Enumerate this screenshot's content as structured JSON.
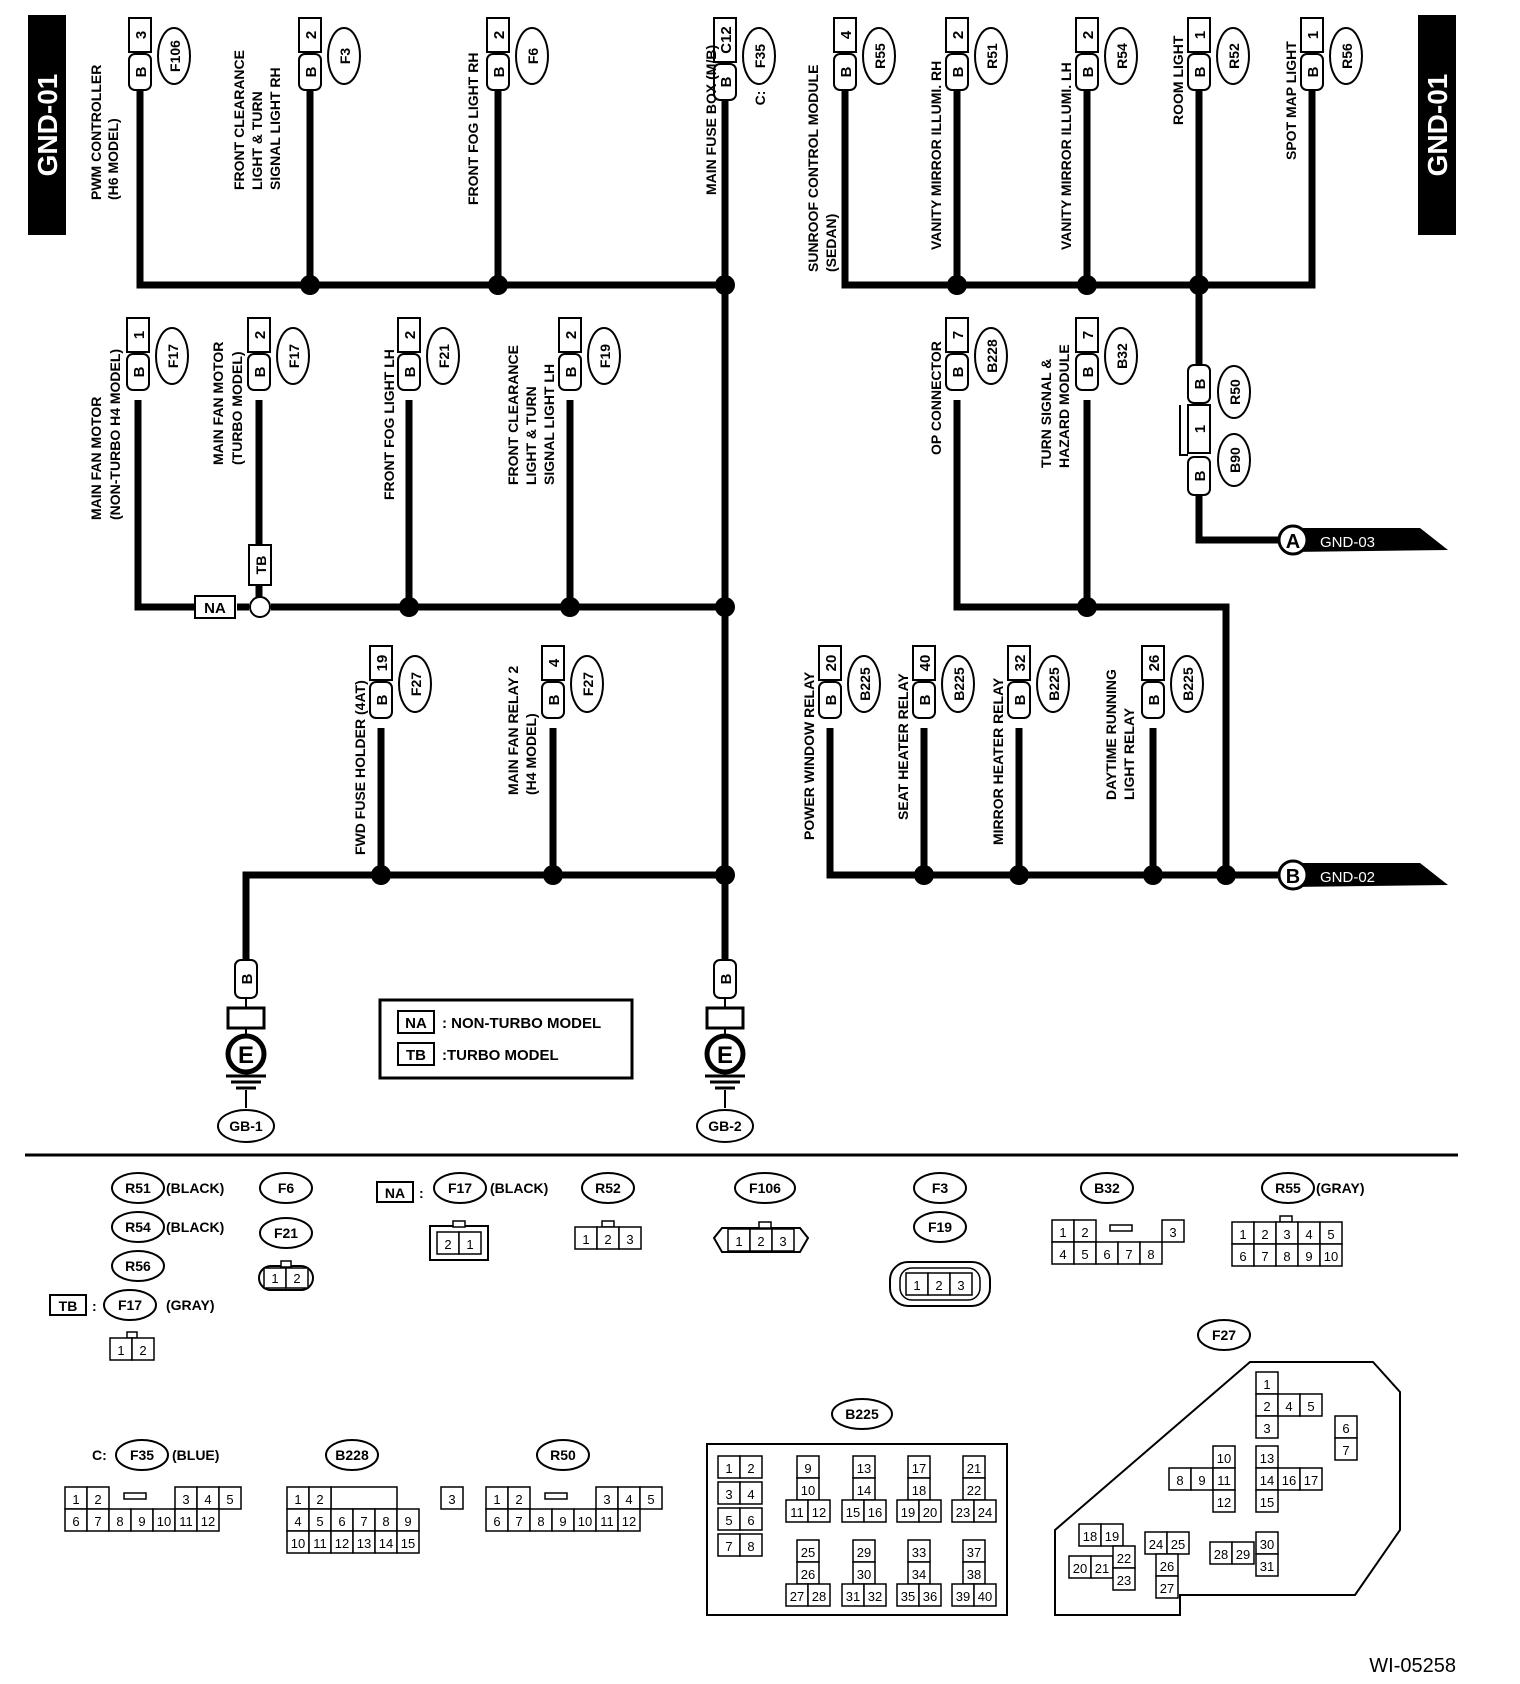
{
  "page": {
    "section_code_left": "GND-01",
    "section_code_right": "GND-01",
    "figure_id": "WI-05258"
  },
  "legend": {
    "na_tag": "NA",
    "na_text": ": NON-TURBO MODEL",
    "tb_tag": "TB",
    "tb_text": ":TURBO MODEL"
  },
  "grounds": {
    "gb1": "GB-1",
    "gb2": "GB-2",
    "ground_symbol": "E",
    "wire_color": "B"
  },
  "offpage": {
    "a_letter": "A",
    "a_ref": "GND-03",
    "b_letter": "B",
    "b_ref": "GND-02"
  },
  "relay_connector": {
    "pin": "1",
    "upper_conn": "R50",
    "lower_conn": "B90",
    "wire": "B"
  },
  "tags": {
    "na": "NA",
    "tb": "TB"
  },
  "components": [
    {
      "id": "pwm",
      "label": [
        "PWM CONTROLLER",
        "(H6 MODEL)"
      ],
      "pin": "3",
      "conn": "F106",
      "wire": "B"
    },
    {
      "id": "fcl-rh",
      "label": [
        "FRONT CLEARANCE",
        "LIGHT & TURN",
        "SIGNAL LIGHT RH"
      ],
      "pin": "2",
      "conn": "F3",
      "wire": "B"
    },
    {
      "id": "ffl-rh",
      "label": [
        "FRONT FOG LIGHT RH"
      ],
      "pin": "2",
      "conn": "F6",
      "wire": "B"
    },
    {
      "id": "mfb",
      "label": [
        "MAIN FUSE BOX (M/B)"
      ],
      "pin": "C12",
      "conn": "F35",
      "conn_prefix": "C:",
      "wire": "B"
    },
    {
      "id": "sunroof",
      "label": [
        "SUNROOF CONTROL MODULE",
        "(SEDAN)"
      ],
      "pin": "4",
      "conn": "R55",
      "wire": "B"
    },
    {
      "id": "vm-rh",
      "label": [
        "VANITY MIRROR ILLUMI. RH"
      ],
      "pin": "2",
      "conn": "R51",
      "wire": "B"
    },
    {
      "id": "vm-lh",
      "label": [
        "VANITY MIRROR ILLUMI. LH"
      ],
      "pin": "2",
      "conn": "R54",
      "wire": "B"
    },
    {
      "id": "room",
      "label": [
        "ROOM LIGHT"
      ],
      "pin": "1",
      "conn": "R52",
      "wire": "B"
    },
    {
      "id": "spot",
      "label": [
        "SPOT MAP LIGHT"
      ],
      "pin": "1",
      "conn": "R56",
      "wire": "B"
    },
    {
      "id": "mfm-na",
      "label": [
        "MAIN FAN MOTOR",
        "(NON-TURBO H4 MODEL)"
      ],
      "pin": "1",
      "conn": "F17",
      "wire": "B"
    },
    {
      "id": "mfm-tb",
      "label": [
        "MAIN FAN MOTOR",
        "(TURBO MODEL)"
      ],
      "pin": "2",
      "conn": "F17",
      "wire": "B"
    },
    {
      "id": "ffl-lh",
      "label": [
        "FRONT FOG LIGHT LH"
      ],
      "pin": "2",
      "conn": "F21",
      "wire": "B"
    },
    {
      "id": "fcl-lh",
      "label": [
        "FRONT CLEARANCE",
        "LIGHT & TURN",
        "SIGNAL LIGHT LH"
      ],
      "pin": "2",
      "conn": "F19",
      "wire": "B"
    },
    {
      "id": "op",
      "label": [
        "OP CONNECTOR"
      ],
      "pin": "7",
      "conn": "B228",
      "wire": "B"
    },
    {
      "id": "turn",
      "label": [
        "TURN SIGNAL &",
        "HAZARD MODULE"
      ],
      "pin": "7",
      "conn": "B32",
      "wire": "B"
    },
    {
      "id": "fwd",
      "label": [
        "FWD FUSE HOLDER (4AT)"
      ],
      "pin": "19",
      "conn": "F27",
      "wire": "B"
    },
    {
      "id": "mfr2",
      "label": [
        "MAIN FAN RELAY 2",
        "(H4 MODEL)"
      ],
      "pin": "4",
      "conn": "F27",
      "wire": "B"
    },
    {
      "id": "pwr",
      "label": [
        "POWER WINDOW RELAY"
      ],
      "pin": "20",
      "conn": "B225",
      "wire": "B"
    },
    {
      "id": "seat",
      "label": [
        "SEAT HEATER RELAY"
      ],
      "pin": "40",
      "conn": "B225",
      "wire": "B"
    },
    {
      "id": "mirror",
      "label": [
        "MIRROR HEATER RELAY"
      ],
      "pin": "32",
      "conn": "B225",
      "wire": "B"
    },
    {
      "id": "drl",
      "label": [
        "DAYTIME RUNNING",
        "LIGHT RELAY"
      ],
      "pin": "26",
      "conn": "B225",
      "wire": "B"
    }
  ],
  "connector_views": {
    "r51": {
      "name": "R51",
      "color": "(BLACK)"
    },
    "r54": {
      "name": "R54",
      "color": "(BLACK)"
    },
    "r56": {
      "name": "R56"
    },
    "f17_tb": {
      "tag": "TB",
      "name": "F17",
      "color": "(GRAY)",
      "pins": [
        "1",
        "2"
      ]
    },
    "f6": {
      "name": "F6"
    },
    "f21": {
      "name": "F21",
      "pins": [
        "1",
        "2"
      ]
    },
    "f17_na": {
      "tag": "NA",
      "name": "F17",
      "color": "(BLACK)",
      "pins": [
        "2",
        "1"
      ]
    },
    "r52": {
      "name": "R52",
      "pins": [
        "1",
        "2",
        "3"
      ]
    },
    "f106": {
      "name": "F106",
      "pins": [
        "1",
        "2",
        "3"
      ]
    },
    "f3": {
      "name": "F3"
    },
    "f19": {
      "name": "F19",
      "pins": [
        "1",
        "2",
        "3"
      ]
    },
    "b32": {
      "name": "B32",
      "row1": [
        "1",
        "2",
        "3"
      ],
      "row2": [
        "4",
        "5",
        "6",
        "7",
        "8"
      ]
    },
    "r55": {
      "name": "R55",
      "color": "(GRAY)",
      "row1": [
        "1",
        "2",
        "3",
        "4",
        "5"
      ],
      "row2": [
        "6",
        "7",
        "8",
        "9",
        "10"
      ]
    },
    "f35": {
      "prefix": "C:",
      "name": "F35",
      "color": "(BLUE)",
      "row1": [
        "1",
        "2",
        "3",
        "4",
        "5"
      ],
      "row2": [
        "6",
        "7",
        "8",
        "9",
        "10",
        "11",
        "12"
      ]
    },
    "b228": {
      "name": "B228",
      "row1": [
        "1",
        "2",
        "3"
      ],
      "row2": [
        "4",
        "5",
        "6",
        "7",
        "8",
        "9"
      ],
      "row3": [
        "10",
        "11",
        "12",
        "13",
        "14",
        "15"
      ]
    },
    "r50": {
      "name": "R50",
      "row1": [
        "1",
        "2",
        "3",
        "4",
        "5"
      ],
      "row2": [
        "6",
        "7",
        "8",
        "9",
        "10",
        "11",
        "12"
      ]
    },
    "b225": {
      "name": "B225",
      "pins": [
        "1",
        "2",
        "3",
        "4",
        "5",
        "6",
        "7",
        "8",
        "9",
        "10",
        "11",
        "12",
        "13",
        "14",
        "15",
        "16",
        "17",
        "18",
        "19",
        "20",
        "21",
        "22",
        "23",
        "24",
        "25",
        "26",
        "27",
        "28",
        "29",
        "30",
        "31",
        "32",
        "33",
        "34",
        "35",
        "36",
        "37",
        "38",
        "39",
        "40"
      ]
    },
    "f27": {
      "name": "F27",
      "pins": [
        "1",
        "2",
        "3",
        "4",
        "5",
        "6",
        "7",
        "8",
        "9",
        "10",
        "11",
        "12",
        "13",
        "14",
        "15",
        "16",
        "17",
        "18",
        "19",
        "20",
        "21",
        "22",
        "23",
        "24",
        "25",
        "26",
        "27",
        "28",
        "29",
        "30",
        "31"
      ]
    }
  }
}
